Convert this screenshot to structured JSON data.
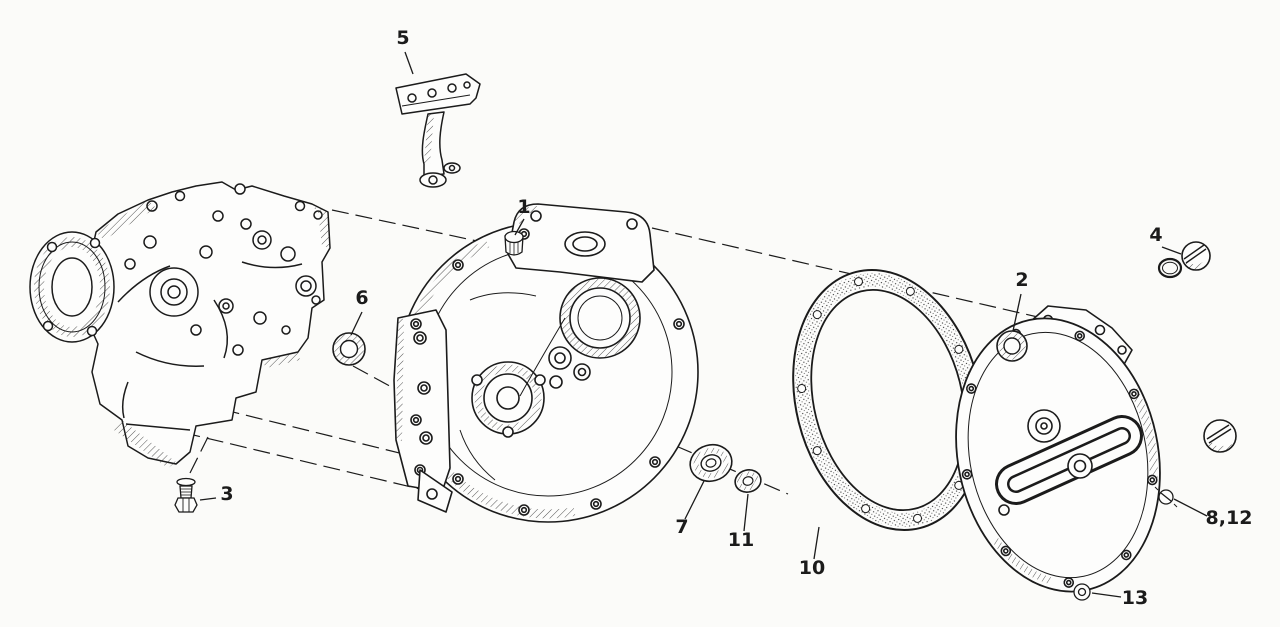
{
  "colors": {
    "paper": "#fbfbf9",
    "ink": "#1b1b1b"
  },
  "diagram": {
    "kind": "exploded-parts-diagram",
    "callouts": [
      {
        "label": "1",
        "part": "small-plug-screw"
      },
      {
        "label": "2",
        "part": "roller-bearing-right"
      },
      {
        "label": "3",
        "part": "hex-drain-plug"
      },
      {
        "label": "4",
        "part": "slotted-plug-with-oring"
      },
      {
        "label": "5",
        "part": "mount-bracket"
      },
      {
        "label": "6",
        "part": "roller-bearing-left"
      },
      {
        "label": "7",
        "part": "bearing-seal"
      },
      {
        "label": "8,12",
        "part": "cover-screw-and-washer"
      },
      {
        "label": "10",
        "part": "primary-cover-gasket"
      },
      {
        "label": "11",
        "part": "seal-washer"
      },
      {
        "label": "13",
        "part": "small-washer"
      }
    ]
  }
}
